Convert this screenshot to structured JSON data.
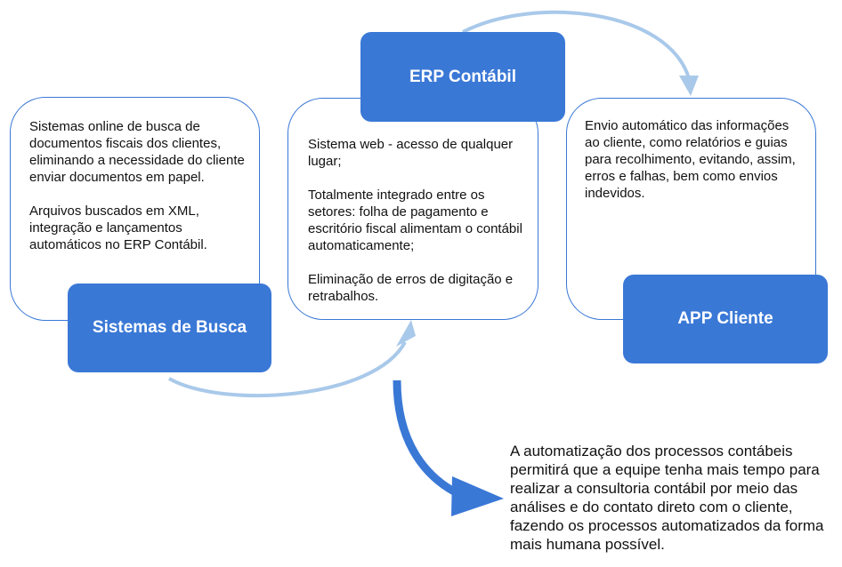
{
  "blocks": [
    {
      "title": "Sistemas de Busca",
      "paragraphs": [
        "Sistemas online de busca de documentos fiscais dos clientes, eliminando a necessidade do cliente enviar documentos em papel.",
        "Arquivos buscados em XML, integração e lançamentos automáticos no ERP Contábil."
      ]
    },
    {
      "title": "ERP Contábil",
      "paragraphs": [
        "Sistema web - acesso de qualquer lugar;",
        "Totalmente integrado entre os setores: folha de pagamento e escritório fiscal alimentam o contábil automaticamente;",
        "Eliminação de erros de digitação e retrabalhos."
      ]
    },
    {
      "title": "APP Cliente",
      "paragraphs": [
        "Envio automático das informações ao cliente, como relatórios e guias para recolhimento, evitando, assim, erros e falhas, bem como envios indevidos."
      ]
    }
  ],
  "conclusion": "A automatização dos processos contábeis permitirá que a equipe tenha mais tempo para realizar a consultoria contábil por meio das análises e do contato direto com o cliente, fazendo os processos automatizados da forma mais humana possível.",
  "colors": {
    "primary": "#3a78d6",
    "light_arrow": "#a9c9ea",
    "text": "#111111"
  }
}
